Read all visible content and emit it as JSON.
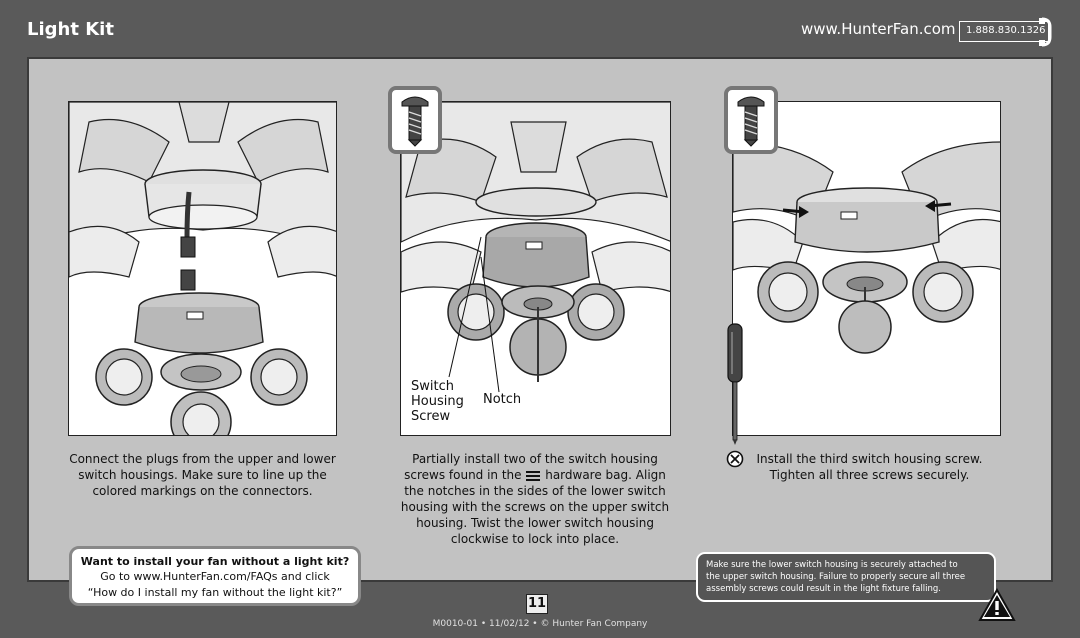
{
  "header": {
    "title": "Light Kit",
    "url": "www.HunterFan.com",
    "phone": "1.888.830.1326"
  },
  "steps": [
    {
      "caption_lines": [
        "Connect the plugs from the upper and lower",
        "switch housings. Make sure to line up the",
        "colored markings on the connectors."
      ]
    },
    {
      "caption_line1_before_icon": "Partially install two of the switch housing",
      "caption_line2_before_icon": "screws found in the",
      "caption_line2_after_icon": "hardware bag. Align",
      "caption_lines_rest": [
        "the notches in the sides of the lower switch",
        "housing with the screws on the upper switch",
        "housing. Twist the lower switch housing",
        "clockwise to lock into place."
      ],
      "labels": {
        "switch_housing_screw": [
          "Switch",
          "Housing",
          "Screw"
        ],
        "notch": "Notch"
      }
    },
    {
      "caption_lines": [
        "Install the third switch housing screw.",
        "Tighten all three screws securely."
      ]
    }
  ],
  "tip": {
    "title": "Want to install your fan without a light kit?",
    "line1": "Go to www.HunterFan.com/FAQs and click",
    "line2": "“How do I install my fan without the light kit?”"
  },
  "warning": {
    "line1": "Make sure the lower switch housing is securely attached to",
    "line2": "the upper switch housing. Failure to properly secure all three",
    "line3": "assembly screws could result in the light fixture falling."
  },
  "page_number": "11",
  "footer": "M0010-01 • 11/02/12 • © Hunter Fan Company",
  "colors": {
    "background": "#5a5a5a",
    "panel": "#c2c2c2",
    "frame": "#ffffff"
  },
  "icons": [
    "phone-icon",
    "screw-icon",
    "screwdriver-icon",
    "hardware-bag-icon",
    "no-tool-icon",
    "warning-icon"
  ]
}
